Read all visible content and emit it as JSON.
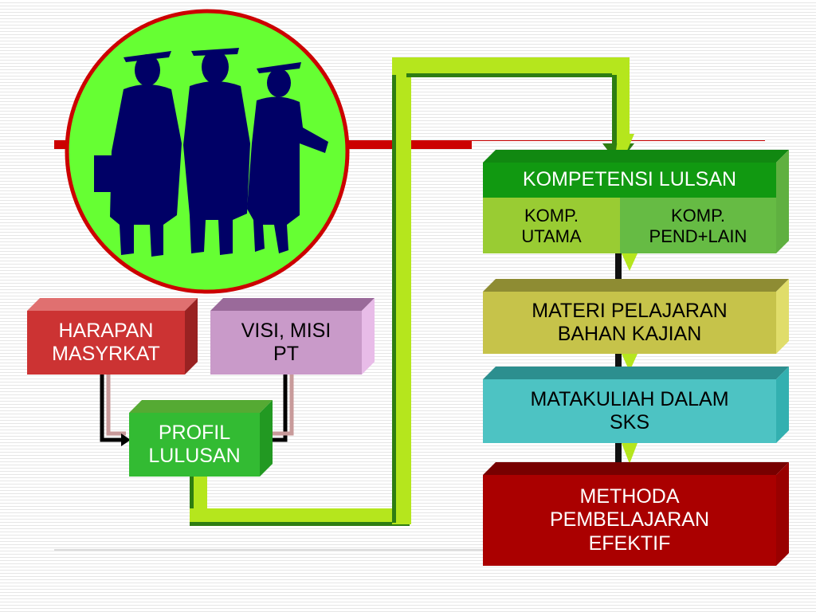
{
  "boxes": {
    "harapan": [
      "HARAPAN",
      "MASYRKAT"
    ],
    "visi": [
      "VISI, MISI",
      "PT"
    ],
    "profil": [
      "PROFIL",
      "LULUSAN"
    ],
    "kompetensi_header": "KOMPETENSI LULSAN",
    "komp_utama": [
      "KOMP.",
      "UTAMA"
    ],
    "komp_pend": [
      "KOMP.",
      "PEND+LAIN"
    ],
    "materi": [
      "MATERI PELAJARAN",
      "BAHAN KAJIAN"
    ],
    "matakuliah": [
      "MATAKULIAH DALAM",
      "SKS"
    ],
    "methoda": [
      "METHODA",
      "PEMBELAJARAN",
      "EFEKTIF"
    ]
  },
  "colors": {
    "circle_fill": "#66ff33",
    "circle_border": "#cc0000",
    "silhouette": "#000066",
    "red_line": "#cc0000",
    "pipe_light": "#b5e61d",
    "pipe_dark": "#2e7d12",
    "harapan": "#cc3333",
    "visi": "#cc99cc",
    "profil": "#33bb33",
    "kompetensi_header": "#119911",
    "komp_utama": "#99cc33",
    "komp_pend": "#66bb44",
    "materi": "#c6c34a",
    "matakuliah": "#4dc3c3",
    "methoda": "#aa0000"
  },
  "icons": [
    "graduates-illustration"
  ]
}
